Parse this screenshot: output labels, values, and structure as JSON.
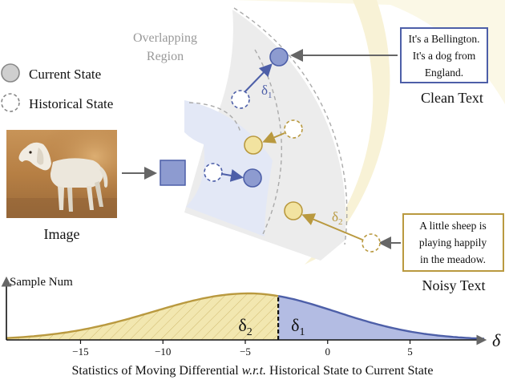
{
  "diagram": {
    "overlap_label_line1": "Overlapping",
    "overlap_label_line2": "Region",
    "legend": {
      "current": "Current State",
      "historical": "Historical State"
    },
    "image_label": "Image",
    "clean": {
      "line1": "It's a Bellington.",
      "line2": "It's a dog from",
      "line3": "England.",
      "caption": "Clean Text"
    },
    "noisy": {
      "line1": "A little sheep is",
      "line2": "playing happily",
      "line3": "in the meadow.",
      "caption": "Noisy Text"
    },
    "delta_label": "δ",
    "delta_sub1": "1",
    "delta_sub2": "2",
    "colors": {
      "blue": "#8d9bd0",
      "blue_stroke": "#4d5fa8",
      "gold": "#f2e3a0",
      "gold_stroke": "#b9993f",
      "gray_region": "#ececec",
      "blue_region": "#e3e8f6",
      "yellow_region": "#fbf8e6"
    }
  },
  "chart_data": {
    "type": "area",
    "ylabel": "Sample Num",
    "xlabel": "Statistics of Moving Differential w.r.t. Historical State to Current State",
    "xlabel_part1": "Statistics of Moving Differential ",
    "xlabel_wrt": "w.r.t.",
    "xlabel_part2": " Historical State to Current State",
    "axis_symbol": "δ",
    "x_ticks": [
      -15,
      -10,
      -5,
      0,
      5
    ],
    "xlim": [
      -19.5,
      9.5
    ],
    "peak_x": -4.8,
    "split_x": -3,
    "sigma_left": 5.8,
    "sigma_right": 5.3,
    "regions": [
      {
        "name": "δ2",
        "base": "δ",
        "sub": "2",
        "from": -19.5,
        "to": -3,
        "color": "#f2e7b0",
        "stroke": "#b9993f"
      },
      {
        "name": "δ1",
        "base": "δ",
        "sub": "1",
        "from": -3,
        "to": 9.5,
        "color": "#b3bce3",
        "stroke": "#4d5fa8"
      }
    ]
  }
}
